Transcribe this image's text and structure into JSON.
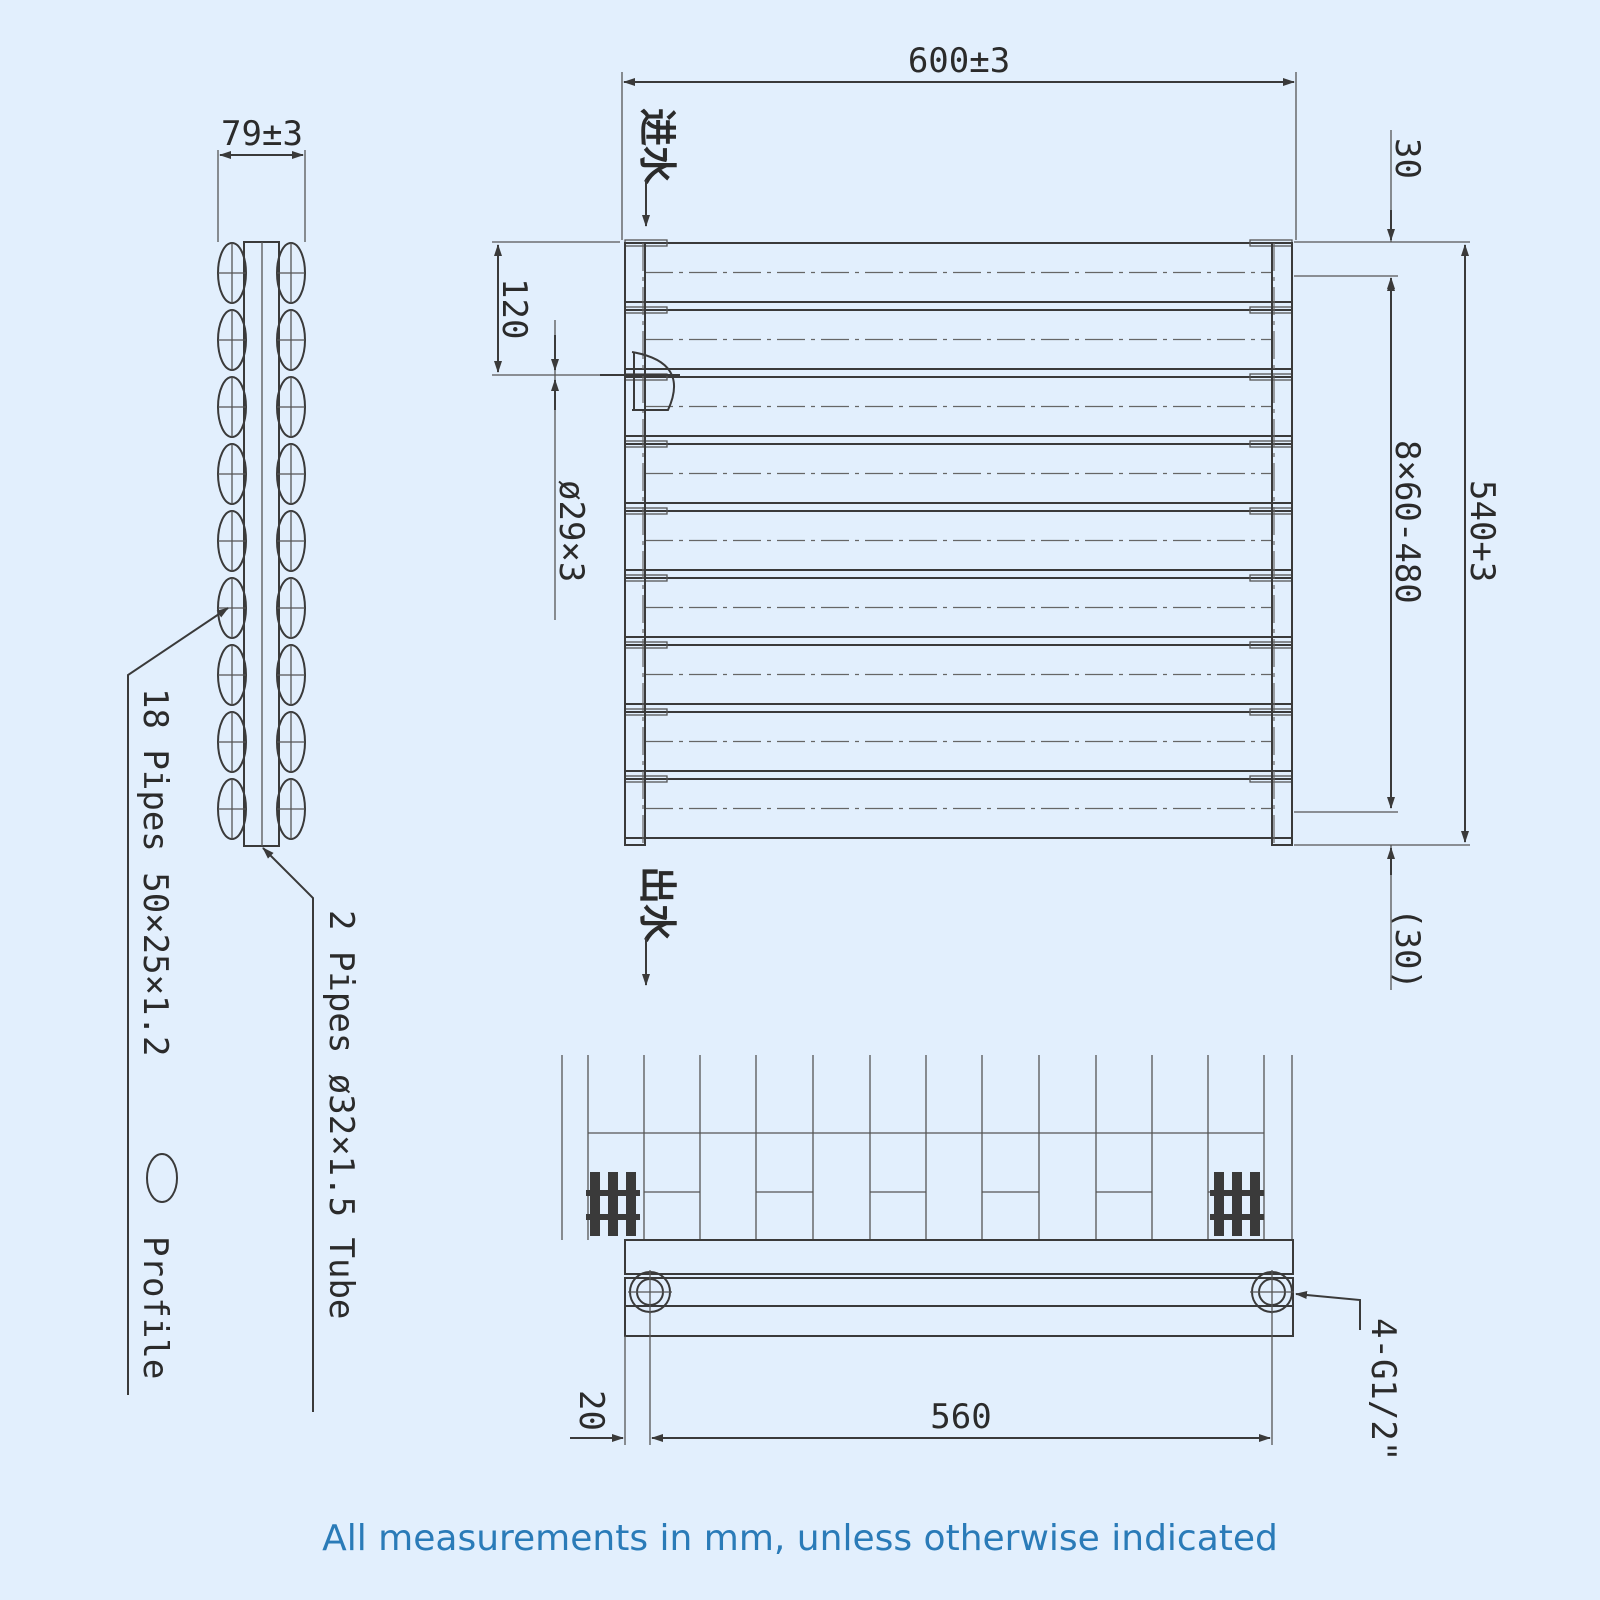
{
  "front_view": {
    "width_label": "600±3",
    "inlet_label": "进水",
    "outlet_label": "出水",
    "top_margin_label": "30",
    "bottom_margin_label": "(30)",
    "spacing_label": "8×60-480",
    "height_label": "540+3",
    "inlet_offset_label": "120",
    "inlet_diameter_label": "ø29×3",
    "bars": 9
  },
  "side_view": {
    "depth_label": "79±3",
    "pipes_callout": "18 Pipes 50×25×1.2",
    "profile_label": "Profile",
    "tube_callout": "2 Pipes ø32×1.5 Tube",
    "rows": 9
  },
  "bottom_view": {
    "centers_label": "560",
    "offset_label": "20",
    "connection_label": "4-G1/2\""
  },
  "footer": {
    "note": "All measurements in mm, unless otherwise indicated"
  }
}
